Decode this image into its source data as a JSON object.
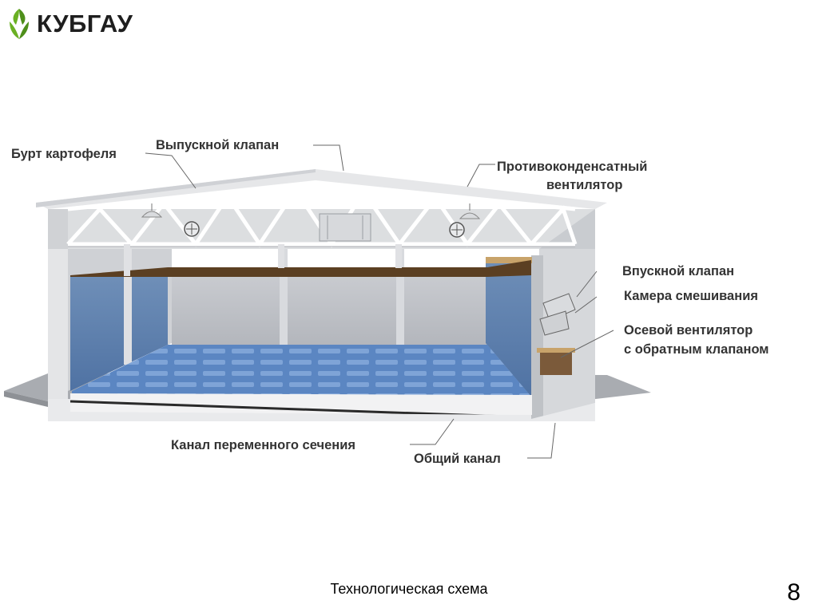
{
  "header": {
    "brand": "КУБГАУ"
  },
  "labels": {
    "burt": "Бурт картофеля",
    "outlet_valve": "Выпускной клапан",
    "anticond_1": "Противоконденсатный",
    "anticond_2": "вентилятор",
    "inlet_valve": "Впускной клапан",
    "mixing_chamber": "Камера смешивания",
    "axial_fan_1": "Осевой вентилятор",
    "axial_fan_2": "с обратным клапаном",
    "variable_channel": "Канал переменного сечения",
    "main_channel": "Общий канал"
  },
  "footer": {
    "caption": "Технологическая схема",
    "page": "8"
  },
  "colors": {
    "accent_green": "#6ab023",
    "text_dark": "#333333",
    "floor_blue": "#5b86c2"
  }
}
